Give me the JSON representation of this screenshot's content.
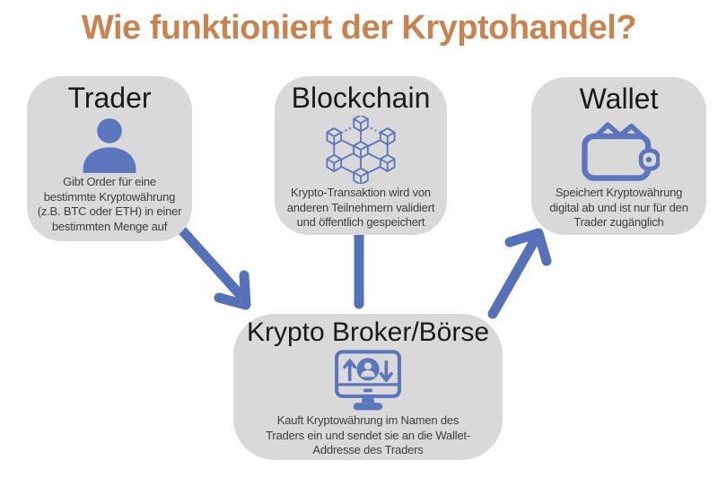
{
  "page": {
    "title": "Wie funktioniert der Kryptohandel?"
  },
  "colors": {
    "title_orange": "#c98350",
    "box_bg": "#d9d9d9",
    "icon_blue": "#5b76bd",
    "arrow_blue": "#5571b8",
    "heading_text": "#1a1a1a",
    "desc_text": "#3e3e3e"
  },
  "nodes": {
    "trader": {
      "title": "Trader",
      "icon": "person-icon",
      "desc_lines": [
        "Gibt Order für eine",
        "bestimmte Kryptowährung",
        "(z.B. BTC oder ETH) in einer",
        "bestimmten Menge auf"
      ]
    },
    "blockchain": {
      "title": "Blockchain",
      "icon": "blockchain-network-icon",
      "desc_lines": [
        "Krypto-Transaktion wird von",
        "anderen Teilnehmern validiert",
        "und öffentlich gespeichert"
      ]
    },
    "wallet": {
      "title": "Wallet",
      "icon": "wallet-icon",
      "desc_lines": [
        "Speichert Kryptowährung",
        "digital ab und ist nur für den",
        "Trader zugänglich"
      ]
    },
    "broker": {
      "title": "Krypto Broker/Börse",
      "icon": "trading-monitor-icon",
      "desc_lines": [
        "Kauft Kryptowährung im Namen des",
        "Traders ein und sendet sie an die Wallet-",
        "Addresse des Traders"
      ]
    }
  },
  "connections": [
    {
      "from": "Trader",
      "to": "Krypto Broker/Börse",
      "style": "arrow"
    },
    {
      "from": "Blockchain",
      "to": "Krypto Broker/Börse",
      "style": "line"
    },
    {
      "from": "Krypto Broker/Börse",
      "to": "Wallet",
      "style": "arrow"
    }
  ]
}
